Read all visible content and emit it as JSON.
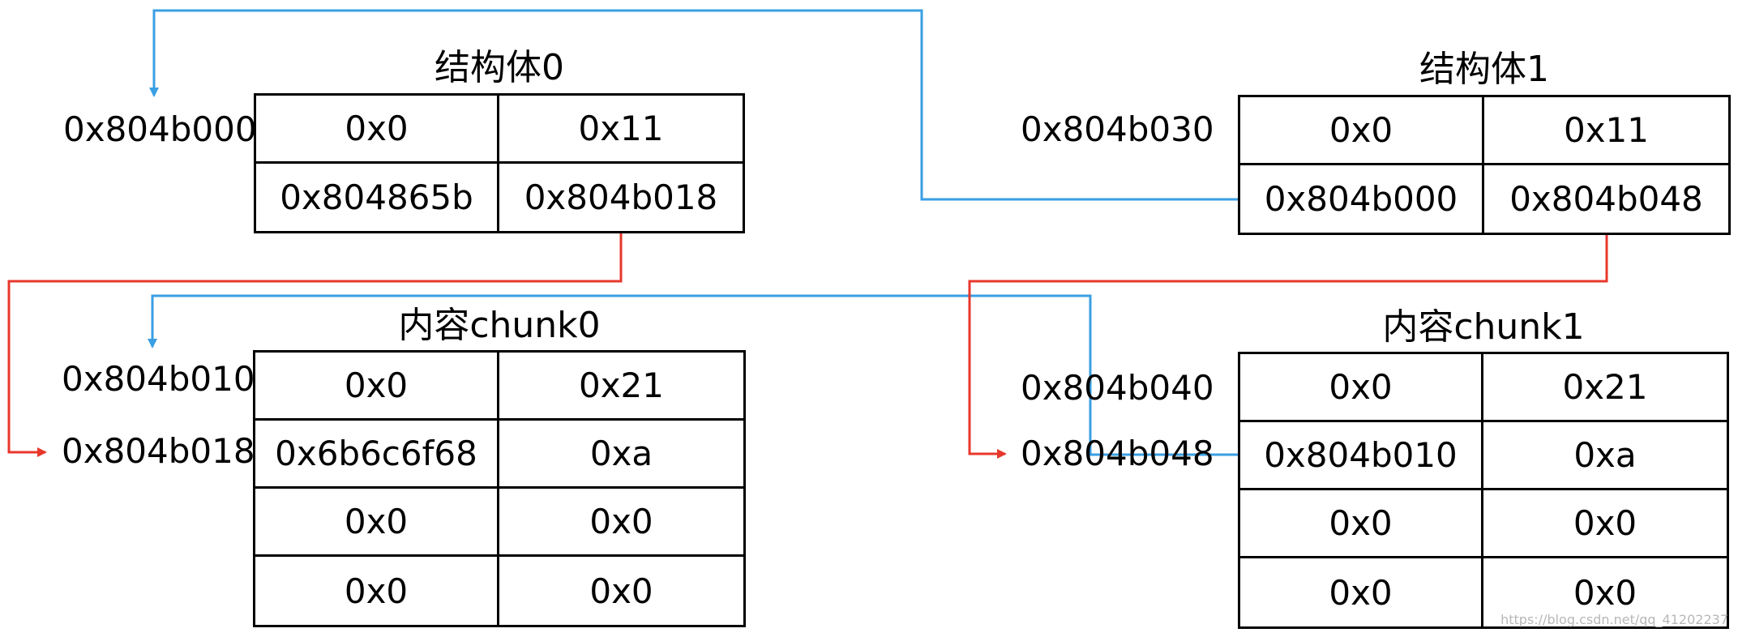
{
  "colors": {
    "struct_link": "#3a9fe3",
    "content_link": "#e8372c",
    "border": "#000000",
    "background": "#ffffff"
  },
  "struct0": {
    "title": "结构体0",
    "address": "0x804b000",
    "rows": [
      [
        "0x0",
        "0x11"
      ],
      [
        "0x804865b",
        "0x804b018"
      ]
    ]
  },
  "struct1": {
    "title": "结构体1",
    "address": "0x804b030",
    "rows": [
      [
        "0x0",
        "0x11"
      ],
      [
        "0x804b000",
        "0x804b048"
      ]
    ]
  },
  "chunk0": {
    "title": "内容chunk0",
    "addresses": [
      "0x804b010",
      "0x804b018"
    ],
    "rows": [
      [
        "0x0",
        "0x21"
      ],
      [
        "0x6b6c6f68",
        "0xa"
      ],
      [
        "0x0",
        "0x0"
      ],
      [
        "0x0",
        "0x0"
      ]
    ]
  },
  "chunk1": {
    "title": "内容chunk1",
    "addresses": [
      "0x804b040",
      "0x804b048"
    ],
    "rows": [
      [
        "0x0",
        "0x21"
      ],
      [
        "0x804b010",
        "0xa"
      ],
      [
        "0x0",
        "0x0"
      ],
      [
        "0x0",
        "0x0"
      ]
    ]
  },
  "watermark": "https://blog.csdn.net/qq_41202237"
}
